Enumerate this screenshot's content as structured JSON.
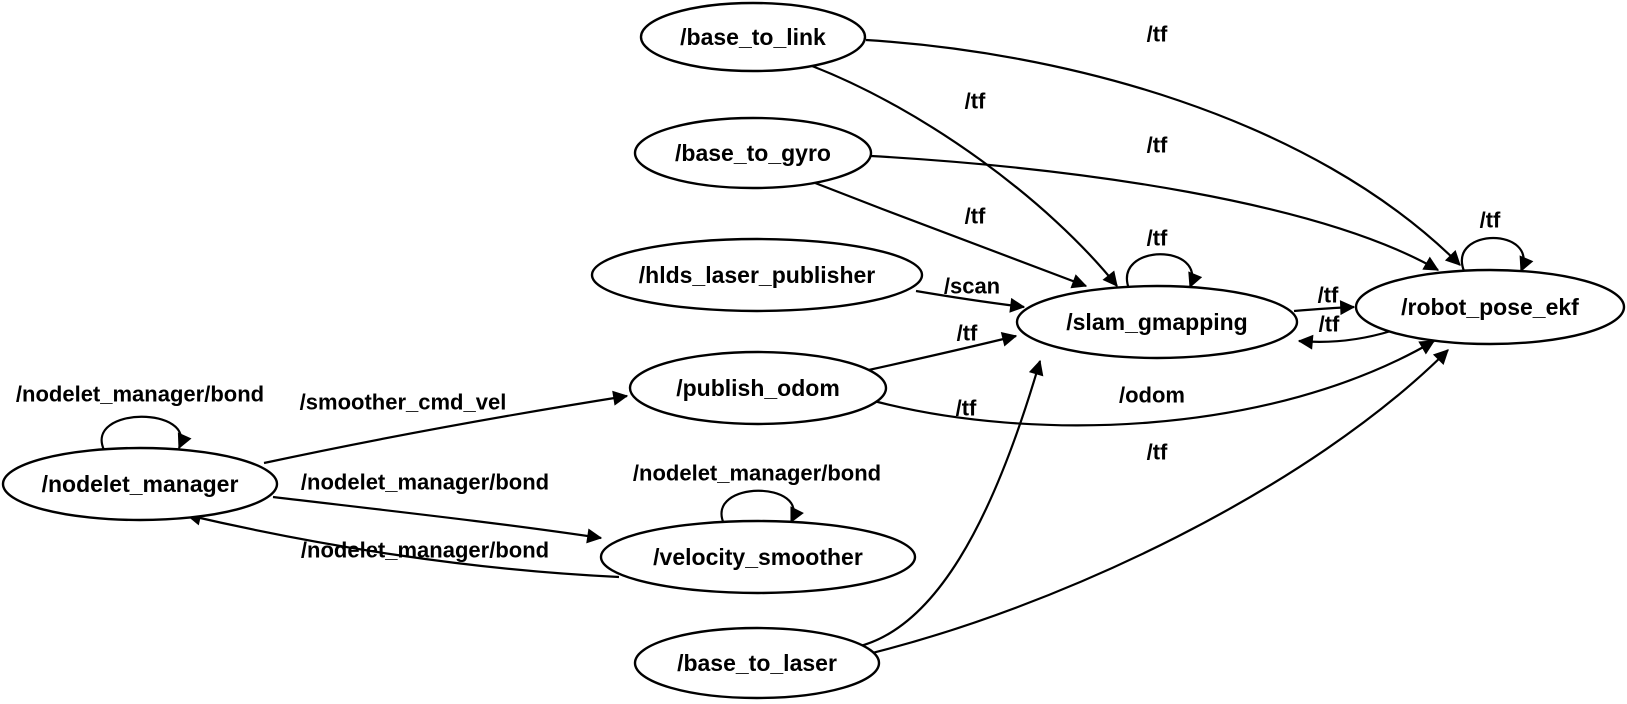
{
  "diagram": {
    "type": "ros-node-graph",
    "background_color": "#ffffff",
    "node_fill": "#ffffff",
    "node_stroke": "#000000",
    "edge_color": "#000000",
    "nodes": [
      {
        "id": "base_to_link",
        "label": "/base_to_link"
      },
      {
        "id": "base_to_gyro",
        "label": "/base_to_gyro"
      },
      {
        "id": "hlds_laser_publisher",
        "label": "/hlds_laser_publisher"
      },
      {
        "id": "publish_odom",
        "label": "/publish_odom"
      },
      {
        "id": "nodelet_manager",
        "label": "/nodelet_manager"
      },
      {
        "id": "velocity_smoother",
        "label": "/velocity_smoother"
      },
      {
        "id": "base_to_laser",
        "label": "/base_to_laser"
      },
      {
        "id": "slam_gmapping",
        "label": "/slam_gmapping"
      },
      {
        "id": "robot_pose_ekf",
        "label": "/robot_pose_ekf"
      }
    ],
    "edges": [
      {
        "from": "/base_to_link",
        "to": "/slam_gmapping",
        "topic": "/tf"
      },
      {
        "from": "/base_to_link",
        "to": "/robot_pose_ekf",
        "topic": "/tf"
      },
      {
        "from": "/base_to_gyro",
        "to": "/slam_gmapping",
        "topic": "/tf"
      },
      {
        "from": "/base_to_gyro",
        "to": "/robot_pose_ekf",
        "topic": "/tf"
      },
      {
        "from": "/hlds_laser_publisher",
        "to": "/slam_gmapping",
        "topic": "/scan"
      },
      {
        "from": "/publish_odom",
        "to": "/slam_gmapping",
        "topic": "/tf"
      },
      {
        "from": "/publish_odom",
        "to": "/robot_pose_ekf",
        "topic": "/odom"
      },
      {
        "from": "/base_to_laser",
        "to": "/slam_gmapping",
        "topic": "/tf"
      },
      {
        "from": "/base_to_laser",
        "to": "/robot_pose_ekf",
        "topic": "/tf"
      },
      {
        "from": "/slam_gmapping",
        "to": "/robot_pose_ekf",
        "topic": "/tf"
      },
      {
        "from": "/robot_pose_ekf",
        "to": "/slam_gmapping",
        "topic": "/tf"
      },
      {
        "from": "/slam_gmapping",
        "to": "/slam_gmapping",
        "topic": "/tf"
      },
      {
        "from": "/robot_pose_ekf",
        "to": "/robot_pose_ekf",
        "topic": "/tf"
      },
      {
        "from": "/nodelet_manager",
        "to": "/nodelet_manager",
        "topic": "/nodelet_manager/bond"
      },
      {
        "from": "/velocity_smoother",
        "to": "/velocity_smoother",
        "topic": "/nodelet_manager/bond"
      },
      {
        "from": "/nodelet_manager",
        "to": "/publish_odom",
        "topic": "/smoother_cmd_vel"
      },
      {
        "from": "/nodelet_manager",
        "to": "/velocity_smoother",
        "topic": "/nodelet_manager/bond"
      },
      {
        "from": "/velocity_smoother",
        "to": "/nodelet_manager",
        "topic": "/nodelet_manager/bond"
      }
    ]
  }
}
